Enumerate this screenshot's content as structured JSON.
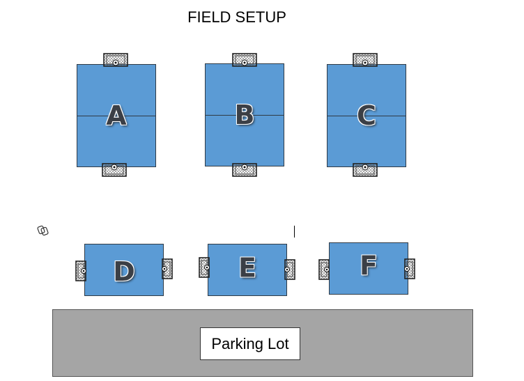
{
  "title": "FIELD SETUP",
  "fields": [
    {
      "id": "A",
      "label": "A"
    },
    {
      "id": "B",
      "label": "B"
    },
    {
      "id": "C",
      "label": "C"
    },
    {
      "id": "D",
      "label": "D"
    },
    {
      "id": "E",
      "label": "E"
    },
    {
      "id": "F",
      "label": "F"
    }
  ],
  "parking": {
    "label": "Parking Lot"
  },
  "colors": {
    "field": "#5b9bd5",
    "parking": "#a5a5a5",
    "line": "#2f3a45"
  },
  "icons": {
    "goal": "soccer-goal-icon",
    "anchor": "object-anchor-icon"
  }
}
